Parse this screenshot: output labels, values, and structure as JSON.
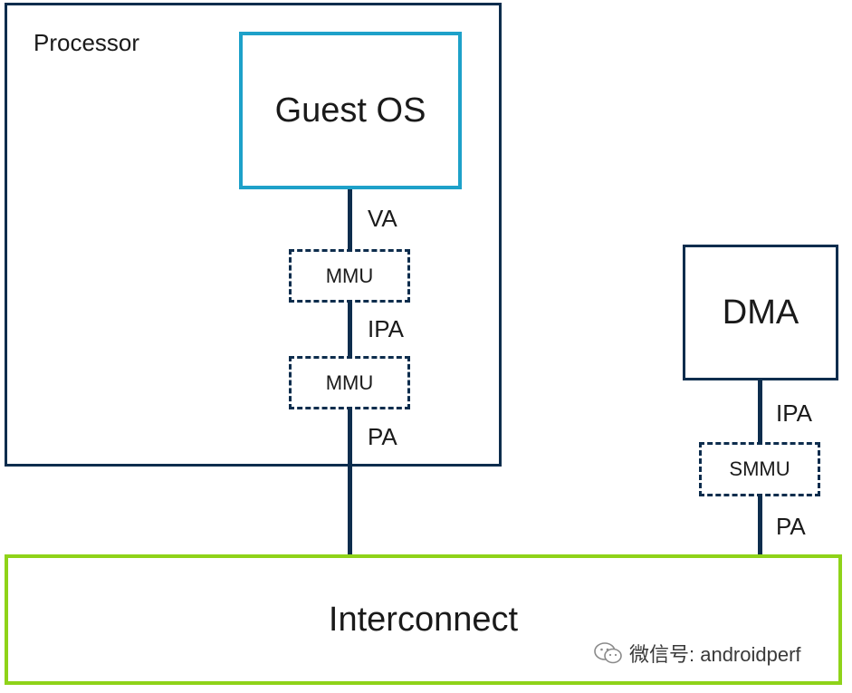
{
  "processor": {
    "label": "Processor"
  },
  "guest_os": {
    "label": "Guest OS"
  },
  "mmu_stage1": {
    "label": "MMU"
  },
  "mmu_stage2": {
    "label": "MMU"
  },
  "dma": {
    "label": "DMA"
  },
  "smmu": {
    "label": "SMMU"
  },
  "interconnect": {
    "label": "Interconnect"
  },
  "edges": {
    "guest_to_mmu": "VA",
    "mmu_to_mmu": "IPA",
    "mmu_to_interconnect": "PA",
    "dma_to_smmu": "IPA",
    "smmu_to_interconnect": "PA"
  },
  "watermark": {
    "text": "微信号: androidperf",
    "icon": "wechat-icon"
  },
  "colors": {
    "box_border": "#0d2d4d",
    "guest_os_border": "#1ea1c9",
    "interconnect_border": "#8fd319"
  }
}
